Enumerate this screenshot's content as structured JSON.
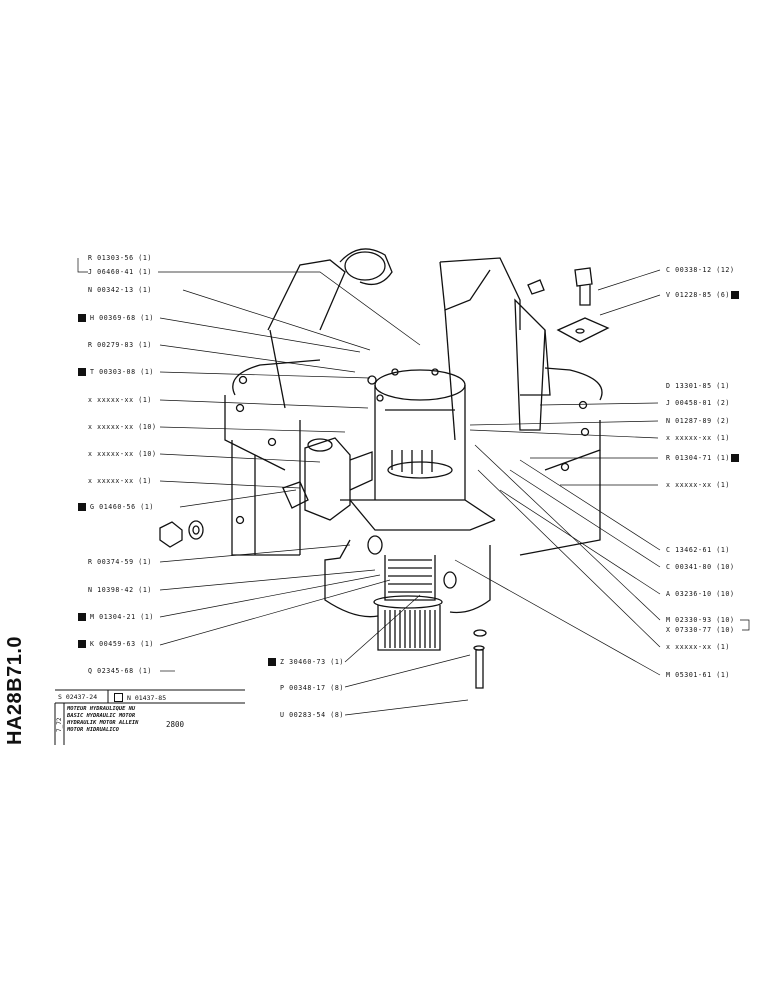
{
  "document": {
    "reference": "HA28B71.0",
    "date": "7_72",
    "doc_number": "S 02437-24",
    "doc_ref": "N 01437-85",
    "title_lines": [
      "MOTEUR HYDRAULIQUE NU",
      "BASIC HYDRAULIC MOTOR",
      "HYDRAULIK MOTOR ALLEIN",
      "MOTOR HIDRUALICO"
    ],
    "model": "2800"
  },
  "labels_left": [
    {
      "text": "R 01303-56 (1)",
      "marked": false
    },
    {
      "text": "J 06460-41 (1)",
      "marked": false
    },
    {
      "text": "N 00342-13 (1)",
      "marked": false
    },
    {
      "text": "H 00369-68 (1)",
      "marked": true
    },
    {
      "text": "R 00279-83 (1)",
      "marked": false
    },
    {
      "text": "T 00303-08 (1)",
      "marked": true
    },
    {
      "text": "x xxxxx-xx (1)",
      "marked": false
    },
    {
      "text": "x xxxxx-xx (10)",
      "marked": false
    },
    {
      "text": "x xxxxx-xx (10)",
      "marked": false
    },
    {
      "text": "x xxxxx-xx (1)",
      "marked": false
    },
    {
      "text": "G 01460-56 (1)",
      "marked": true
    },
    {
      "text": "R 00374-59 (1)",
      "marked": false
    },
    {
      "text": "N 10398-42 (1)",
      "marked": false
    },
    {
      "text": "M 01304-21 (1)",
      "marked": true
    },
    {
      "text": "K 00459-63 (1)",
      "marked": true
    },
    {
      "text": "Q 02345-68 (1)",
      "marked": false
    }
  ],
  "labels_bottom": [
    {
      "text": "Z 30460-73 (1)",
      "marked": true
    },
    {
      "text": "P 00348-17 (8)",
      "marked": false
    },
    {
      "text": "U 00283-54 (8)",
      "marked": false
    }
  ],
  "labels_right": [
    {
      "text": "C 00338-12 (12)",
      "marked": false
    },
    {
      "text": "V 01228-85 (6)",
      "marked": true
    },
    {
      "text": "D 13301-85 (1)",
      "marked": false
    },
    {
      "text": "J 00458-01 (2)",
      "marked": false
    },
    {
      "text": "N 01287-89 (2)",
      "marked": false
    },
    {
      "text": "x xxxxx-xx (1)",
      "marked": false
    },
    {
      "text": "R 01304-71 (1)",
      "marked": true
    },
    {
      "text": "x xxxxx-xx (1)",
      "marked": false
    },
    {
      "text": "C 13462-61 (1)",
      "marked": false
    },
    {
      "text": "C 00341-80 (10)",
      "marked": false
    },
    {
      "text": "A 03236-10 (10)",
      "marked": false
    },
    {
      "text": "M 02330-93 (10)",
      "marked": false
    },
    {
      "text": "X 07330-77 (10)",
      "marked": false
    },
    {
      "text": "x xxxxx-xx (1)",
      "marked": false
    },
    {
      "text": "M 05301-61 (1)",
      "marked": false
    }
  ]
}
